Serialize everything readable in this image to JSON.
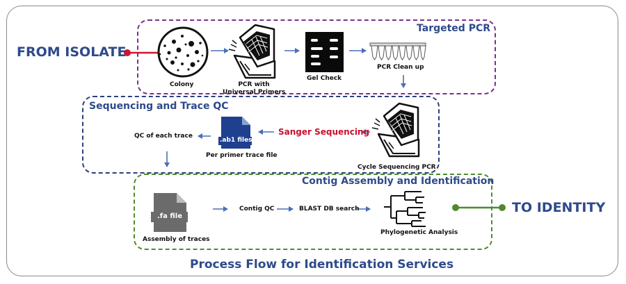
{
  "start_label": "FROM ISOLATE",
  "end_label": "TO IDENTITY",
  "footer_title": "Process Flow for Identification Services",
  "sections": {
    "pcr": "Targeted PCR",
    "seq": "Sequencing and Trace QC",
    "contig": "Contig Assembly and Identification"
  },
  "steps": {
    "colony": "Colony",
    "pcr_line1": "PCR with",
    "pcr_line2": "Universal Primers",
    "gel": "Gel Check",
    "cleanup": "PCR Clean up",
    "cycle_seq": "Cycle Sequencing PCR",
    "sanger": "Sanger Sequencing",
    "trace_file": "Per primer trace file",
    "ab1_file": ".ab1 files",
    "qc_trace": "QC of each trace",
    "fa_file": ".fa file",
    "assembly": "Assembly of traces",
    "contig_qc": "Contig QC",
    "blast": "BLAST DB search",
    "phylo": "Phylogenetic Analysis"
  },
  "colors": {
    "title_blue": "#2d4a8a",
    "start_red": "#d0152b",
    "end_green": "#4f8a2e",
    "pcr_border": "#7a2e8e",
    "seq_border": "#2a3f7a",
    "contig_border": "#4f8a2e",
    "arrow": "#4a6fb5",
    "sanger_red": "#c8102e"
  }
}
